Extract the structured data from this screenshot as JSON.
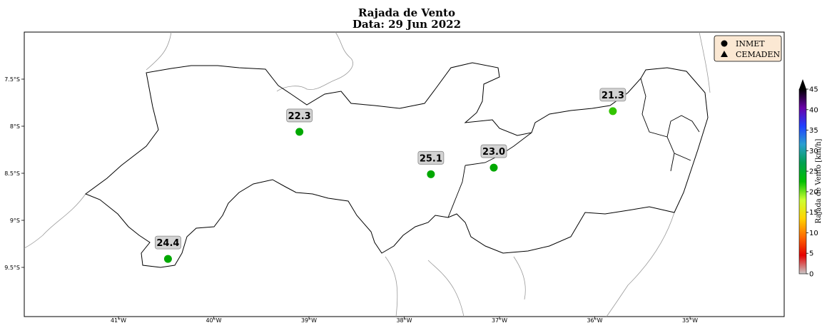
{
  "title": "Rajada de Vento",
  "subtitle": "Data: 29 Jun 2022",
  "legend": {
    "items": [
      {
        "symbol": "circle",
        "label": "INMET"
      },
      {
        "symbol": "triangle",
        "label": "CEMADEN"
      }
    ]
  },
  "colorbar": {
    "label": "Rajada de Vento [km/h]",
    "ticks": [
      "0",
      "5",
      "10",
      "15",
      "20",
      "25",
      "30",
      "35",
      "40",
      "45"
    ],
    "stops": [
      "#c8c8c8",
      "#e60000",
      "#ff6a00",
      "#ffd400",
      "#ccff33",
      "#00c000",
      "#00a050",
      "#2aa0d0",
      "#2040ff",
      "#6a00a8",
      "#000000"
    ]
  },
  "axes": {
    "xticks": [
      "41°W",
      "40°W",
      "39°W",
      "38°W",
      "37°W",
      "36°W",
      "35°W"
    ],
    "yticks": [
      "7.5°S",
      "8°S",
      "8.5°S",
      "9°S",
      "9.5°S"
    ]
  },
  "stations": [
    {
      "value": "22.3",
      "lon": -39.1,
      "lat": -8.06,
      "network": "INMET",
      "color": "#00a800"
    },
    {
      "value": "25.1",
      "lon": -37.72,
      "lat": -8.51,
      "network": "INMET",
      "color": "#00a800"
    },
    {
      "value": "23.0",
      "lon": -37.06,
      "lat": -8.44,
      "network": "INMET",
      "color": "#00a800"
    },
    {
      "value": "21.3",
      "lon": -35.81,
      "lat": -7.84,
      "network": "INMET",
      "color": "#33c400"
    },
    {
      "value": "24.4",
      "lon": -40.48,
      "lat": -9.41,
      "network": "INMET",
      "color": "#00a800"
    }
  ]
}
